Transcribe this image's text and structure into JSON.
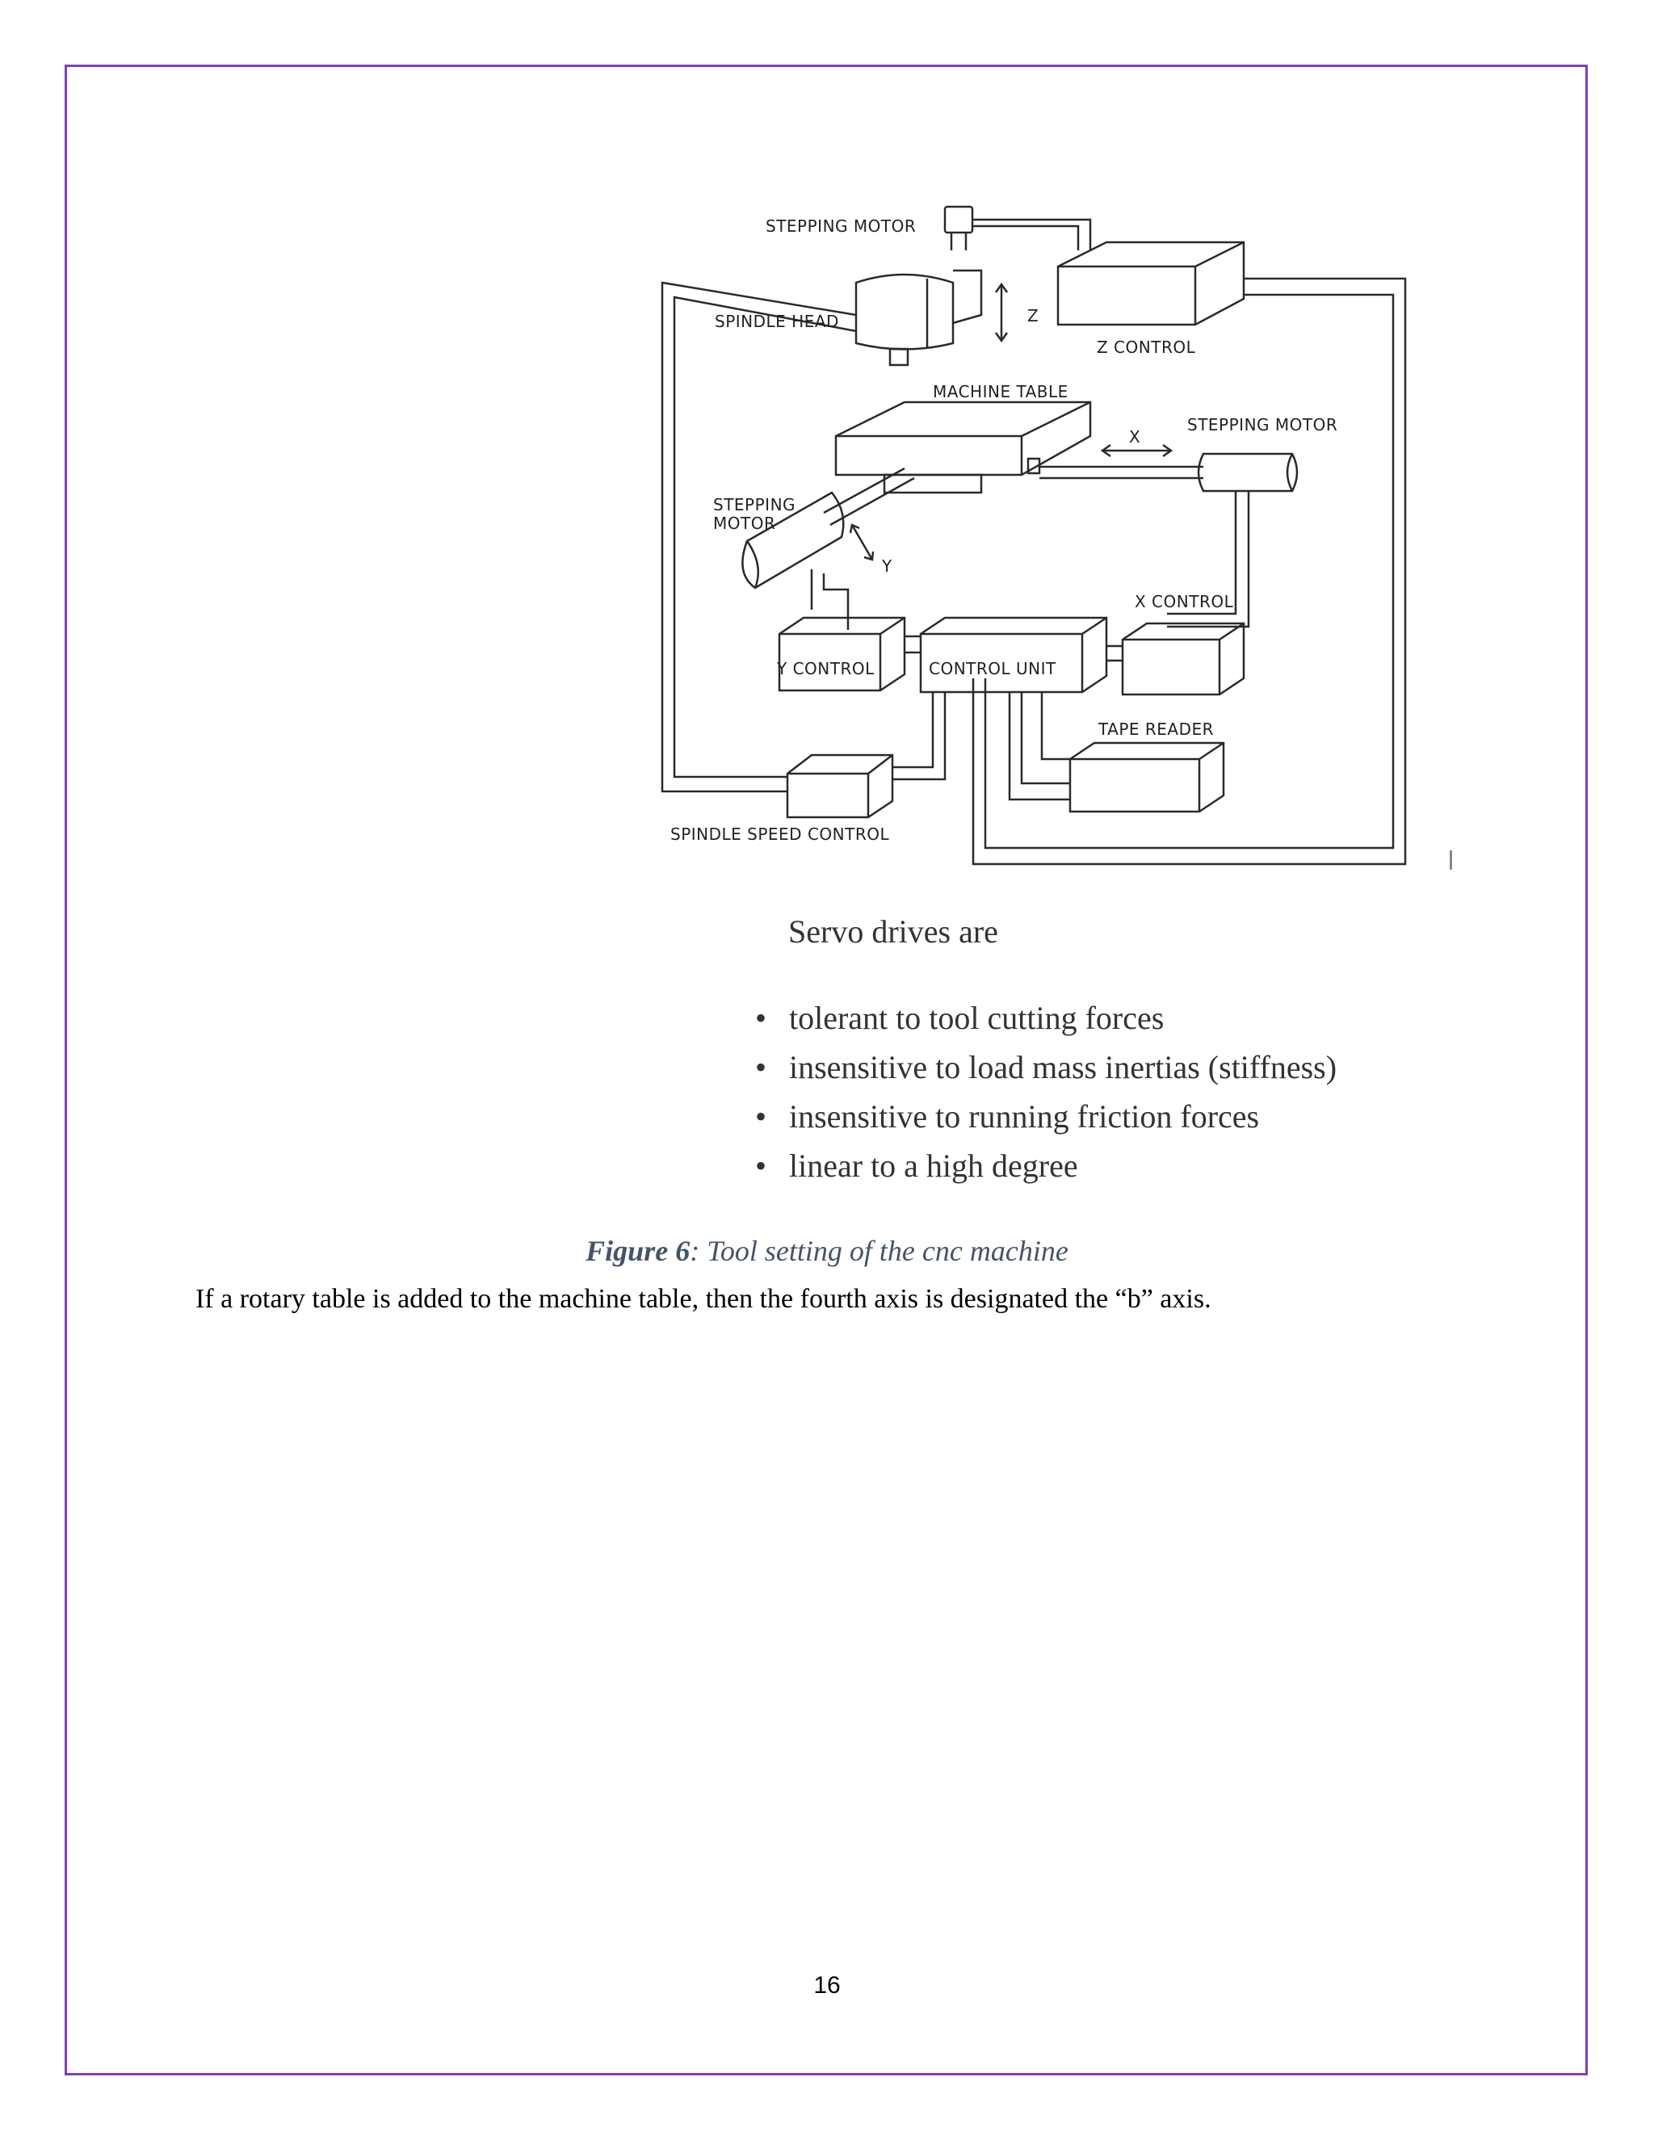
{
  "diagram": {
    "labels": {
      "stepping_motor_top": "STEPPING MOTOR",
      "spindle_head": "SPINDLE HEAD",
      "z_axis": "Z",
      "z_control": "Z CONTROL",
      "machine_table": "MACHINE TABLE",
      "x_axis": "X",
      "stepping_motor_right": "STEPPING MOTOR",
      "stepping_motor_left_1": "STEPPING",
      "stepping_motor_left_2": "MOTOR",
      "y_axis": "Y",
      "x_control": "X CONTROL",
      "y_control": "Y CONTROL",
      "control_unit": "CONTROL UNIT",
      "tape_reader": "TAPE READER",
      "spindle_speed_control": "SPINDLE SPEED CONTROL"
    },
    "colors": {
      "line": "#2a2a2a"
    }
  },
  "servo": {
    "heading": "Servo drives are",
    "bullet_glyph": "•",
    "items": [
      "tolerant to tool cutting forces",
      "insensitive to load mass inertias (stiffness)",
      "insensitive to running friction forces",
      "linear to a high degree"
    ]
  },
  "caption": {
    "label": "Figure 6",
    "text": ": Tool setting of the cnc machine"
  },
  "paragraph": "If a rotary table is added to the machine  table, then the fourth  axis is designated  the “b” axis.",
  "page_number": "16",
  "colors": {
    "border": "#7b3fc4",
    "caption": "#44546a"
  }
}
